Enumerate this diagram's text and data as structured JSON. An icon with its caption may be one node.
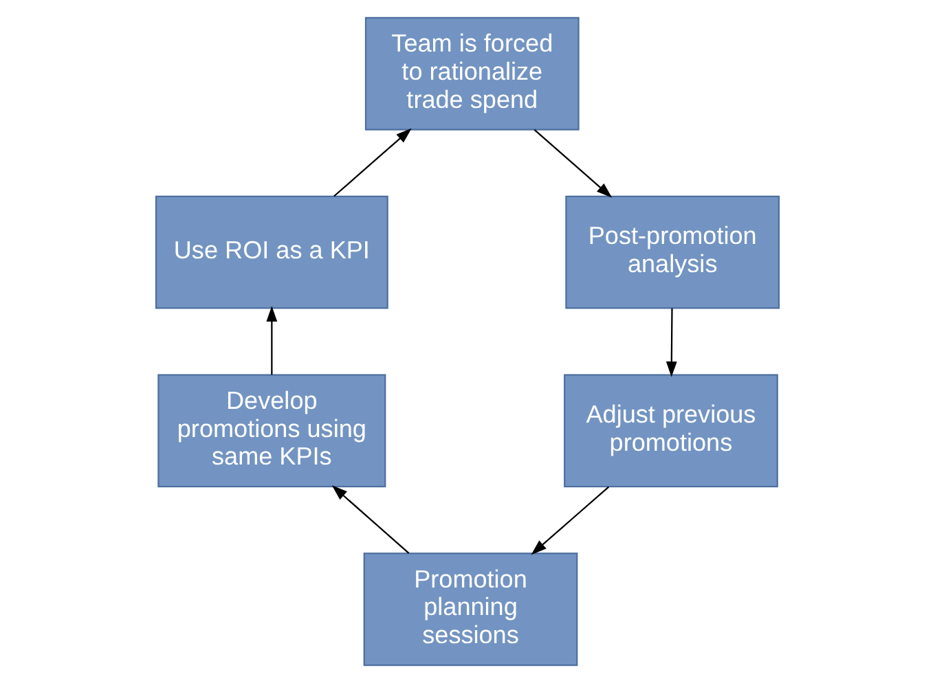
{
  "diagram": {
    "nodes": [
      {
        "text": [
          "Team is forced to rationalize trade spend"
        ]
      },
      {
        "text": [
          "Post-promotion analysis"
        ]
      },
      {
        "text": [
          "Adjust previous promotions"
        ]
      },
      {
        "text": [
          "Promotion planning sessions"
        ]
      },
      {
        "text": [
          "Develop promotions using same KPIs"
        ]
      },
      {
        "text": [
          "Use ROI as a KPI"
        ]
      }
    ],
    "edges": [
      {
        "from": 0,
        "to": 1,
        "arrow": "to"
      },
      {
        "from": 1,
        "to": 2,
        "arrow": "to"
      },
      {
        "from": 2,
        "to": 3,
        "arrow": "to"
      },
      {
        "from": 3,
        "to": 4,
        "arrow": "to"
      },
      {
        "from": 4,
        "to": 5,
        "arrow": "to"
      },
      {
        "from": 5,
        "to": 0,
        "arrow": "to"
      }
    ]
  }
}
